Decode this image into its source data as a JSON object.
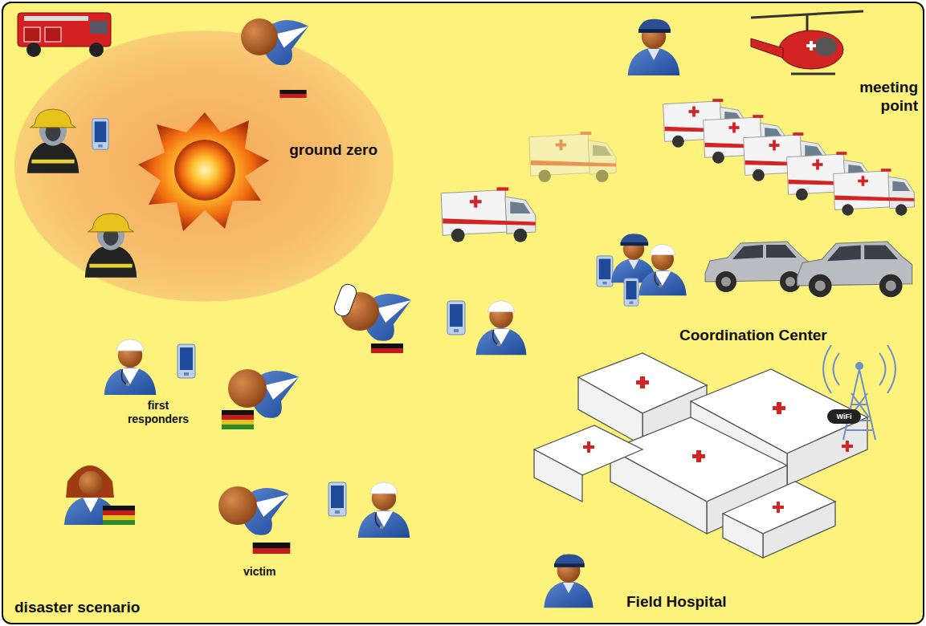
{
  "diagram": {
    "nodes": [
      {
        "text": [
          "ground zero"
        ]
      }
    ],
    "labels": [
      "meeting point",
      "Coordination Center",
      "first responders",
      "victim",
      "Field Hospital",
      "disaster scenario",
      "WiFi"
    ]
  }
}
